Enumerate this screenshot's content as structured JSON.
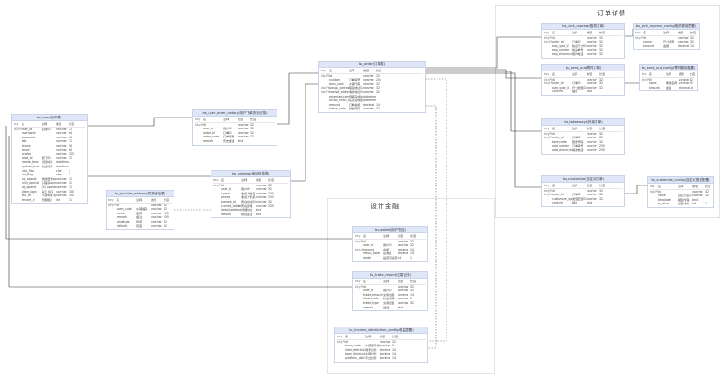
{
  "sections": {
    "order_detail": "订单详情",
    "design_finance": "设计金融"
  },
  "header_row": {
    "key": "key",
    "name": "名",
    "comment": "注释",
    "type": "类型",
    "len": "长度"
  },
  "tables": [
    {
      "id": "bs_user",
      "title": "bs_user(用户表)",
      "rows": [
        [
          "key:PK",
          "user_id",
          "主键ID",
          "varchar",
          "32"
        ],
        [
          "",
          "username",
          "",
          "varchar",
          "64"
        ],
        [
          "",
          "password",
          "",
          "varchar",
          "64"
        ],
        [
          "",
          "salt",
          "",
          "varchar",
          "32"
        ],
        [
          "",
          "phone",
          "",
          "varchar",
          "16"
        ],
        [
          "",
          "email",
          "",
          "varchar",
          "64"
        ],
        [
          "",
          "avatar",
          "",
          "varchar",
          "255"
        ],
        [
          "",
          "dept_id",
          "部门ID",
          "varchar",
          "32"
        ],
        [
          "",
          "create_time",
          "创建时间",
          "datetime",
          ""
        ],
        [
          "",
          "update_time",
          "修改时间",
          "datetime",
          ""
        ],
        [
          "",
          "lock_flag",
          "",
          "char",
          "1"
        ],
        [
          "",
          "del_flag",
          "",
          "char",
          "1"
        ],
        [
          "",
          "wx_openid",
          "微信登录openId",
          "varchar",
          "32"
        ],
        [
          "",
          "mini_openid",
          "小程序openId",
          "varchar",
          "32"
        ],
        [
          "",
          "qq_openid",
          "QQ openId",
          "varchar",
          "32"
        ],
        [
          "",
          "gitee_login",
          "码云 标识",
          "varchar",
          "100"
        ],
        [
          "",
          "osc_id",
          "开源中国 标识",
          "varchar",
          "100"
        ],
        [
          "",
          "tenant_id",
          "所属租户",
          "int",
          "11"
        ]
      ]
    },
    {
      "id": "bs_user_order_history",
      "title": "bs_user_order_history(用户下单历史记录)",
      "rows": [
        [
          "key:PK",
          "id",
          "",
          "varchar",
          "32"
        ],
        [
          "",
          "user_id",
          "用户ID",
          "varchar",
          "32"
        ],
        [
          "",
          "order_id",
          "订单ID",
          "varchar",
          "32"
        ],
        [
          "",
          "order_code",
          "订单编号",
          "varchar",
          "32"
        ],
        [
          "",
          "remark",
          "历史描述",
          "text",
          ""
        ]
      ]
    },
    {
      "id": "bs_address",
      "title": "bs_address(地址信息表)",
      "rows": [
        [
          "key:PK",
          "id",
          "",
          "varchar",
          "32"
        ],
        [
          "",
          "user_id",
          "用户ID",
          "varchar",
          "32"
        ],
        [
          "",
          "name",
          "收货人姓名",
          "varchar",
          "255"
        ],
        [
          "",
          "phone",
          "收货人手机号",
          "varchar",
          "255"
        ],
        [
          "",
          "present_id",
          "所在地址ID",
          "varchar",
          "32"
        ],
        [
          "",
          "current_address",
          "所在区域",
          "varchar",
          "255"
        ],
        [
          "",
          "detail_address",
          "详细地址",
          "text",
          ""
        ],
        [
          "",
          "remark",
          "地址备注",
          "text",
          ""
        ]
      ]
    },
    {
      "id": "bs_provide_address",
      "title": "bs_provide_address(供货地址表)",
      "rows": [
        [
          "key:PK",
          "id",
          "",
          "varchar",
          "32"
        ],
        [
          "",
          "town_code",
          "乡镇编码",
          "varchar",
          "32"
        ],
        [
          "",
          "name",
          "名称",
          "varchar",
          "255"
        ],
        [
          "",
          "remark",
          "备注",
          "varchar",
          "255"
        ],
        [
          "",
          "longitude",
          "经度",
          "varchar",
          "32"
        ],
        [
          "",
          "latitude",
          "纬度",
          "varchar",
          "32"
        ]
      ]
    },
    {
      "id": "bs_order",
      "title": "bs_order(订单表)",
      "rows": [
        [
          "key:PK",
          "id",
          "",
          "varchar",
          "32"
        ],
        [
          "",
          "number",
          "订单编号",
          "varchar",
          "255"
        ],
        [
          "",
          "town_code",
          "乡镇代码",
          "varchar",
          "32"
        ],
        [
          "key:FK",
          "pickup_address_id",
          "取货地址ID",
          "varchar",
          "32"
        ],
        [
          "key:FK",
          "receive_address_id",
          "收货地址ID",
          "varchar",
          "32"
        ],
        [
          "",
          "expected_completion_time",
          "预期完成时间",
          "datetime",
          ""
        ],
        [
          "",
          "actual_finish_time",
          "实际完成时间",
          "datetime",
          ""
        ],
        [
          "",
          "amount",
          "订单金额",
          "decimal",
          "14"
        ],
        [
          "",
          "status_code",
          "状态代码",
          "varchar",
          "32"
        ]
      ]
    },
    {
      "id": "bs_pick_express",
      "title": "bs_pick_express(取件订单)",
      "rows": [
        [
          "key:PK",
          "id",
          "",
          "varchar",
          "32"
        ],
        [
          "key:FK",
          "order_id",
          "订单ID",
          "varchar",
          "32"
        ],
        [
          "",
          "exp_type_id",
          "快递尺寸ID",
          "varchar",
          "32"
        ],
        [
          "",
          "exp_number",
          "快递单号",
          "varchar",
          "32"
        ],
        [
          "",
          "exp_phone_number",
          "取件电话",
          "varchar",
          "32"
        ]
      ]
    },
    {
      "id": "bs_pick_express_config",
      "title": "bs_pick_express_config(取件费用配置)",
      "rows": [
        [
          "key:PK",
          "id",
          "",
          "varchar",
          "32"
        ],
        [
          "",
          "name",
          "尺寸名称",
          "varchar",
          "32"
        ],
        [
          "",
          "amount",
          "金额",
          "decimal",
          "14"
        ]
      ]
    },
    {
      "id": "bs_send_out",
      "title": "bs_send_out(寄件订单)",
      "rows": [
        [
          "key:PK",
          "id",
          "",
          "varchar",
          "32"
        ],
        [
          "key:FK",
          "order_id",
          "订单ID",
          "varchar",
          "32"
        ],
        [
          "",
          "size_type_id",
          "尺寸类型ID",
          "varchar",
          "32"
        ],
        [
          "",
          "content",
          "描述",
          "text",
          ""
        ]
      ]
    },
    {
      "id": "bs_send_out_config",
      "title": "bs_send_out_config(寄件费用配置)",
      "rows": [
        [
          "key:PK",
          "id",
          "",
          "varchar",
          "32"
        ],
        [
          "",
          "name",
          "重量名称",
          "varchar",
          "32"
        ],
        [
          "",
          "amount",
          "金额",
          "decimal",
          "14"
        ]
      ]
    },
    {
      "id": "bs_takeaways",
      "title": "bs_takeaways(外卖订单)",
      "rows": [
        [
          "key:PK",
          "id",
          "",
          "varchar",
          "32"
        ],
        [
          "key:FK",
          "order_id",
          "订单ID",
          "varchar",
          "32"
        ],
        [
          "",
          "take_code",
          "取餐号码",
          "varchar",
          "32"
        ],
        [
          "",
          "add_number",
          "订单编号",
          "varchar",
          "255"
        ],
        [
          "",
          "add_phone_number",
          "联系电话",
          "varchar",
          "255"
        ]
      ]
    },
    {
      "id": "bs_customize",
      "title": "bs_customize(自定义订单)",
      "rows": [
        [
          "key:PK",
          "id",
          "",
          "varchar",
          "32"
        ],
        [
          "key:FK",
          "order_id",
          "订单ID",
          "varchar",
          "32"
        ],
        [
          "",
          "customize_type_id",
          "类型配置ID",
          "varchar",
          "32"
        ],
        [
          "",
          "content",
          "描述",
          "text",
          ""
        ]
      ]
    },
    {
      "id": "bs_customize_config",
      "title": "bs_customize_config(自定义类型配置)",
      "rows": [
        [
          "key:PK",
          "id",
          "",
          "varchar",
          "32"
        ],
        [
          "",
          "name",
          "自定义名称",
          "varchar",
          "32"
        ],
        [
          "",
          "template",
          "模板内容",
          "text",
          ""
        ],
        [
          "",
          "is_price",
          "是否计价",
          "int",
          "1"
        ]
      ]
    },
    {
      "id": "bs_wallet",
      "title": "bs_wallet(用户钱包)",
      "rows": [
        [
          "key:PK",
          "id",
          "",
          "varchar",
          "32"
        ],
        [
          "",
          "user_id",
          "用户ID",
          "varchar",
          "32"
        ],
        [
          "key:UK",
          "amount",
          "余额",
          "decimal",
          "14"
        ],
        [
          "",
          "return_total",
          "总收益",
          "decimal",
          "14"
        ],
        [
          "",
          "state",
          "是否可提现",
          "int",
          "1"
        ]
      ]
    },
    {
      "id": "bs_trade_record",
      "title": "bs_trade_record(交易记录)",
      "rows": [
        [
          "key:PK",
          "id",
          "",
          "varchar",
          "32"
        ],
        [
          "",
          "user_id",
          "用户ID",
          "varchar",
          "32"
        ],
        [
          "",
          "trade_amount",
          "交易金额",
          "decimal",
          "14"
        ],
        [
          "",
          "state_code",
          "状态代码",
          "varchar",
          "5"
        ],
        [
          "",
          "trade_type",
          "交易类型",
          "varchar",
          "32"
        ],
        [
          "",
          "remark",
          "描述",
          "text",
          ""
        ]
      ]
    },
    {
      "id": "bs_income_distribution_config",
      "title": "bs_income_distribution_config(收益配置)",
      "rows": [
        [
          "key:PK",
          "id",
          "",
          "varchar",
          "32"
        ],
        [
          "",
          "town_code",
          "乡镇编码代码",
          "varchar",
          "5"
        ],
        [
          "",
          "rider_distribution_rate",
          "骑手比例",
          "decimal",
          "14"
        ],
        [
          "",
          "town_distribution_rate",
          "乡镇比例",
          "decimal",
          "14"
        ],
        [
          "",
          "platform_distribution_rate",
          "平台比例",
          "decimal",
          "14"
        ]
      ]
    }
  ]
}
